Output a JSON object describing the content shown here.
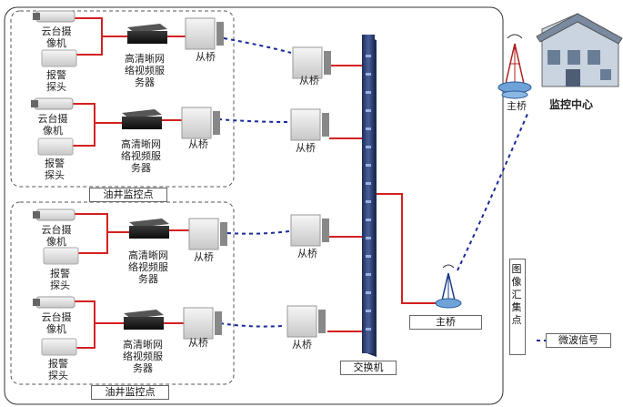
{
  "labels": {
    "ptz_camera": "云台摄\n像机",
    "alarm_probe": "报警\n探头",
    "video_server": "高清晰网\n络视频服\n务器",
    "slave_bridge": "从桥",
    "master_bridge": "主桥",
    "monitor_center": "监控中心",
    "switch": "交换机",
    "oil_well_point": "油井监控点",
    "image_collection_point": "图像汇集点",
    "microwave_signal": "微波信号"
  },
  "colors": {
    "wired_link": "#d42020",
    "microwave_link": "#1a2a9a",
    "group_border": "#555555",
    "switch_body": "#2c3f73"
  },
  "icons": [
    "camera-icon",
    "alarm-probe-icon",
    "video-server-icon",
    "bridge-icon",
    "antenna-tower-icon",
    "building-icon",
    "switch-icon"
  ]
}
